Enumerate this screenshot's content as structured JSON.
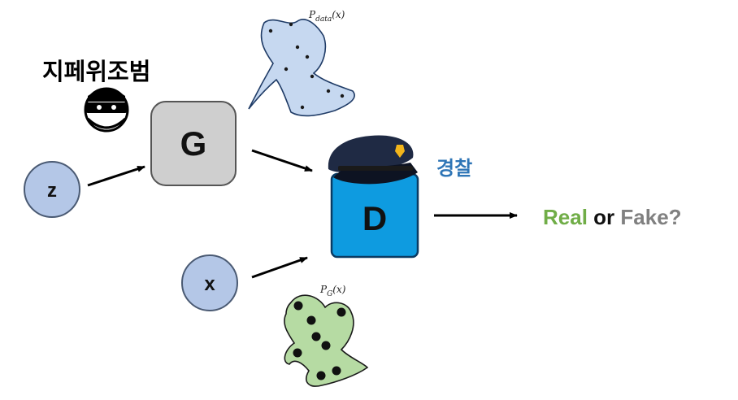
{
  "diagram": {
    "nodes": {
      "z": "z",
      "x": "x",
      "generator": "G",
      "discriminator": "D"
    },
    "labels": {
      "counterfeiter": "지페위조범",
      "police": "경찰",
      "p_data": "P",
      "p_data_sub": "data",
      "p_data_arg": "(x)",
      "p_g": "P",
      "p_g_sub": "G",
      "p_g_arg": "(x)"
    },
    "output": {
      "real": "Real",
      "or": "or",
      "fake": "Fake?"
    },
    "colors": {
      "input_node": "#b4c7e7",
      "generator_box": "#cfcfcf",
      "discriminator_box": "#0e9be0",
      "police_text": "#2e75b6",
      "real": "#70ad47",
      "fake": "#808080",
      "p_data_blob": "#c6d8f0",
      "p_g_blob": "#b6dba3",
      "hat": "#1f2a44",
      "badge": "#f2b51b"
    },
    "icons": {
      "counterfeiter": "masked-thief-icon",
      "police": "police-cap-icon"
    }
  }
}
